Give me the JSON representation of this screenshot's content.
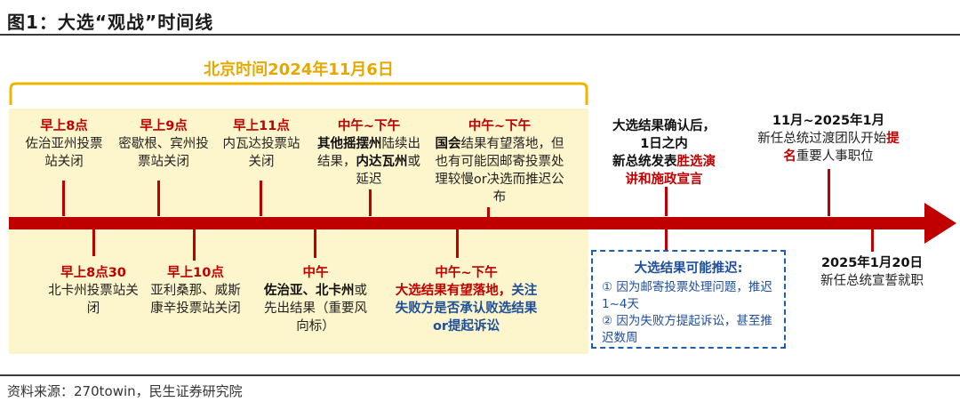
{
  "title": "图1：大选“观战”时间线",
  "source": "资料来源：270towin，民生证券研究院",
  "date_header": "北京时间2024年11月6日",
  "top_events": [
    {
      "time": "早上8点",
      "desc": "佐治亚州投票站关闭"
    },
    {
      "time": "早上9点",
      "desc": "密歇根、宾州投票站关闭"
    },
    {
      "time": "早上11点",
      "desc": "内瓦达投票站关闭"
    },
    {
      "time": "中午~下午",
      "bold1": "其他摇摆州",
      "text1": "陆续出结果，",
      "bold2": "内达瓦州",
      "text2": "或延迟"
    },
    {
      "time": "中午~下午",
      "bold1": "国会",
      "text1": "结果有望落地，但也有可能因邮寄投票处理较慢or决选而推迟公布"
    },
    {
      "line1": "大选结果确认后，",
      "line2": "1日之内",
      "line3a": "新总统发表",
      "line3b": "胜选演",
      "line4": "讲和施政宣言"
    },
    {
      "time": "11月~2025年1月",
      "text1": "新任总统过渡团队开始",
      "bold1": "提名",
      "text2": "重要人事职位"
    }
  ],
  "bottom_events": [
    {
      "time": "早上8点30",
      "desc": "北卡州投票站关闭"
    },
    {
      "time": "早上10点",
      "desc": "亚利桑那、威斯康辛投票站关闭"
    },
    {
      "time": "中午",
      "bold1": "佐治亚、北卡州",
      "text1": "或先出结果（重要风向标）"
    },
    {
      "time": "中午~下午",
      "red": "大选结果有望落地，",
      "blue": "关注失败方是否承认败选结果or提起诉讼"
    },
    {
      "time": "2025年1月20日",
      "desc": "新任总统宣誓就职"
    }
  ],
  "delay_box": {
    "title": "大选结果可能推迟:",
    "item1": "① 因为邮寄投票处理问题，推迟1~4天",
    "item2": "② 因为失败方提起诉讼，甚至推迟数周"
  },
  "colors": {
    "accent": "#c00000",
    "gold": "#e6a800",
    "blue": "#1f4e99",
    "highlight": "#fdf6cc"
  }
}
